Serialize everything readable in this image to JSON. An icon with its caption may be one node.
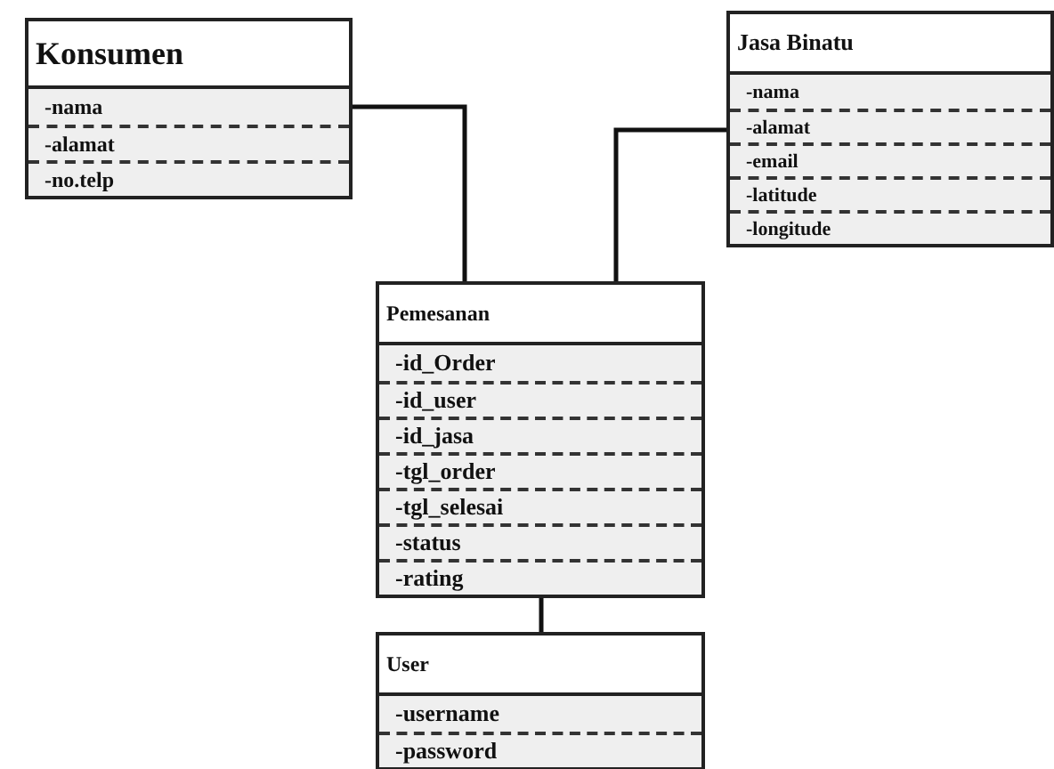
{
  "diagram": {
    "nodes": [
      {
        "text": [
          "Konsumen",
          "-nama",
          "-alamat",
          "-no.telp"
        ]
      },
      {
        "text": [
          "Jasa Binatu",
          "-nama",
          "-alamat",
          "-email",
          "-latitude",
          "-longitude"
        ]
      },
      {
        "text": [
          "Pemesanan",
          "-id_Order",
          "-id_user",
          "-id_jasa",
          "-tgl_order",
          "-tgl_selesai",
          "-status",
          "-rating"
        ]
      },
      {
        "text": [
          "User",
          "-username",
          "-password"
        ]
      }
    ],
    "edges": [
      {
        "from": 0,
        "to": 2,
        "arrow": "none"
      },
      {
        "from": 1,
        "to": 2,
        "arrow": "none"
      },
      {
        "from": 2,
        "to": 3,
        "arrow": "none"
      }
    ]
  }
}
